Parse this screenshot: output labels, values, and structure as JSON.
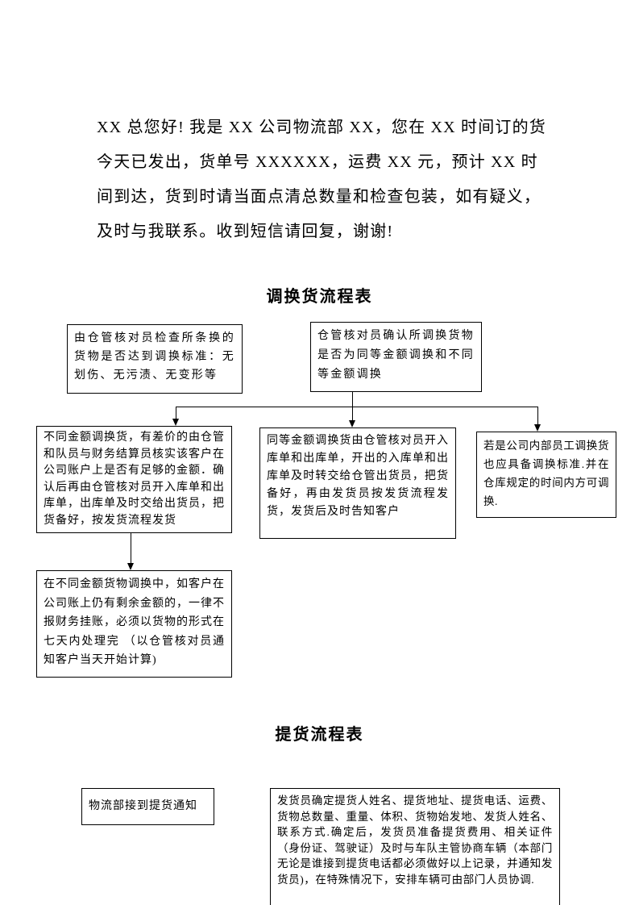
{
  "colors": {
    "text": "#000000",
    "box_border": "#000000",
    "page_bg": "#ffffff"
  },
  "sms": {
    "lines": [
      "XX 总您好! 我是 XX 公司物流部 XX，您在 XX 时间订的货",
      "今天已发出，货单号 XXXXXX，运费 XX 元，预计 XX 时",
      "间到达，货到时请当面点清总数量和检查包装，如有疑义，",
      "及时与我联系。收到短信请回复，谢谢!"
    ]
  },
  "flow1": {
    "title": "调换货流程表",
    "boxes": {
      "check_standard": "由仓管核对员检查所条换的货物是否达到调换标准：无划伤、无污渍、无变形等",
      "confirm_type": "仓管核对员确认所调换货物是否为同等金额调换和不同等金额调换",
      "different_amount": "不同金额调换货，有差价的由仓管和队员与财务结算员核实该客户在公司账户上是否有足够的金额．确认后再由仓管核对员开入库单和出库单，出库单及时交给出货员，把货备好，按发货流程发货",
      "equal_amount": "同等金额调换货由仓管核对员开入库单和出库单，开出的入库单和出库单及时转交给仓管出货员，把货备好，再由发货员按发货流程发货，发货后及时告知客户",
      "internal_staff": "若是公司内部员工调换货也应具备调换标准.并在仓库规定的时间内方可调换.",
      "remaining_balance": "在不同金额货物调换中，如客户在公司账上仍有剩余金额的，一律不报财务挂账，必须以货物的形式在七天内处理完 （以仓管核对员通知客户当天开始计算)"
    }
  },
  "flow2": {
    "title": "提货流程表",
    "boxes": {
      "pickup_notice": "物流部接到提货通知",
      "shipper_confirm": "发货员确定提货人姓名、提货地址、提货电话、运费、货物总数量、重量、体积、货物始发地、发货人姓名、联系方式.确定后，发货员准备提货费用、相关证件（身份证、驾驶证）及时与车队主管协商车辆（本部门无论是谁接到提货电话都必须做好以上记录，并通知发货员)，在特殊情况下，安排车辆可由部门人员协调."
    }
  }
}
